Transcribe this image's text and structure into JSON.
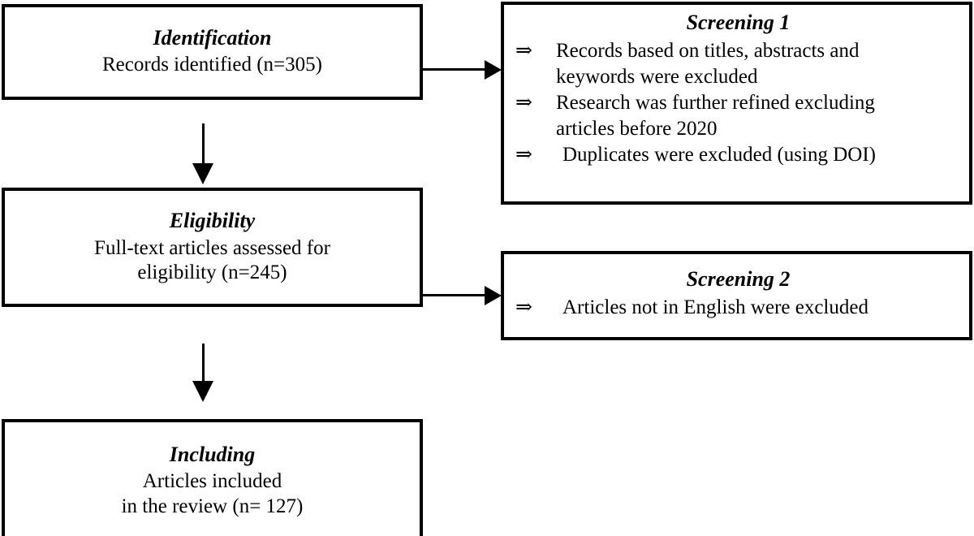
{
  "diagram": {
    "type": "prisma-flow-diagram",
    "colors": {
      "border": "#000000",
      "background": "#ffffff",
      "text": "#000000",
      "arrow": "#000000"
    },
    "left_column": [
      {
        "id": "identification",
        "title": "Identification",
        "lines": [
          "Records identified (n=305)"
        ]
      },
      {
        "id": "eligibility",
        "title": "Eligibility",
        "lines": [
          "Full-text articles assessed for",
          "eligibility (n=245)"
        ]
      },
      {
        "id": "including",
        "title": "Including",
        "lines": [
          "Articles included",
          "in the review (n= 127)"
        ]
      }
    ],
    "right_column": [
      {
        "id": "screening1",
        "title": "Screening 1",
        "bullets": [
          {
            "marker": "⇒",
            "line1": "Records based on titles, abstracts and",
            "line2": "keywords were excluded"
          },
          {
            "marker": "⇒",
            "line1": "Research was further refined excluding",
            "line2": "articles before 2020"
          },
          {
            "marker": "⇒",
            "line1": "Duplicates were excluded (using DOI)",
            "line2": ""
          }
        ]
      },
      {
        "id": "screening2",
        "title": "Screening 2",
        "bullets": [
          {
            "marker": "⇒",
            "line1": "Articles not in English were excluded",
            "line2": ""
          }
        ]
      }
    ],
    "connectors": [
      {
        "id": "identification-to-screening1",
        "direction": "right"
      },
      {
        "id": "identification-to-eligibility",
        "direction": "down"
      },
      {
        "id": "eligibility-to-screening2",
        "direction": "right"
      },
      {
        "id": "eligibility-to-including",
        "direction": "down"
      }
    ]
  }
}
